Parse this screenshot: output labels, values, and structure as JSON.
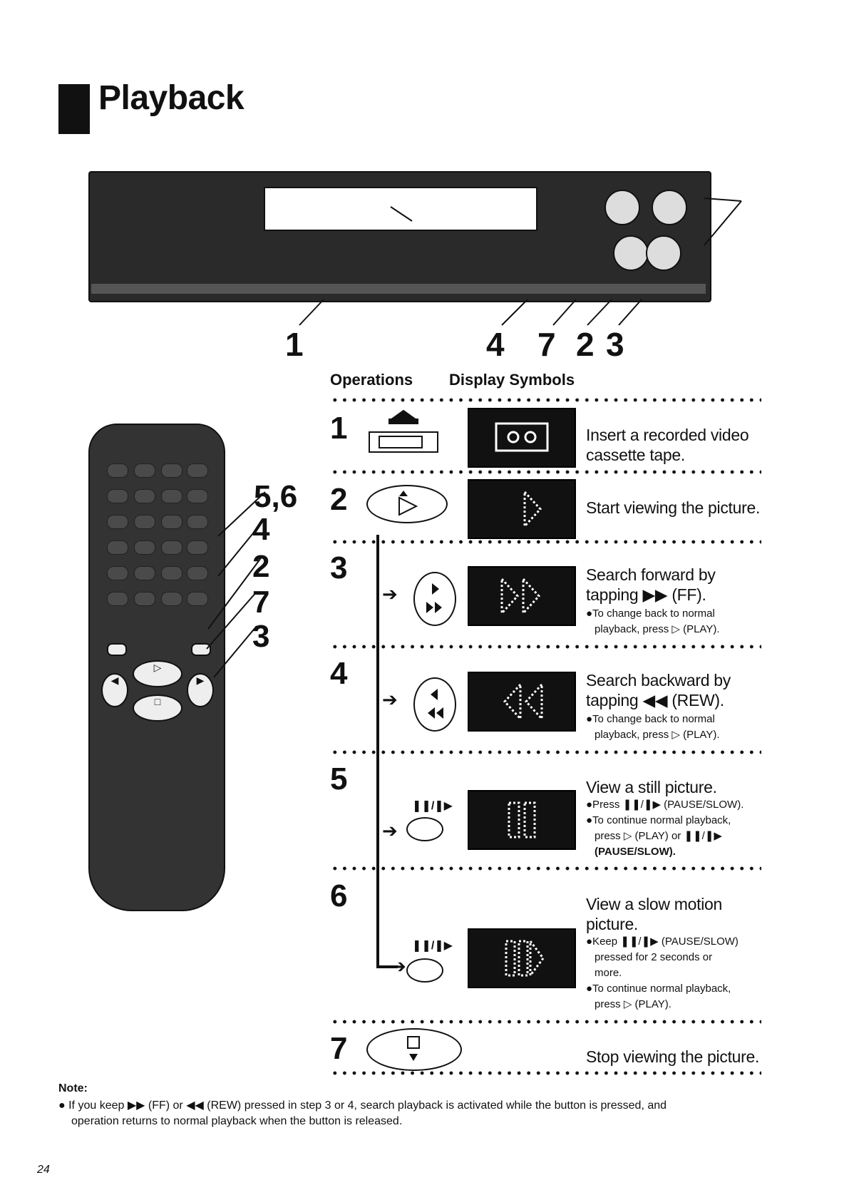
{
  "title": "Playback",
  "vcr_callouts": [
    "1",
    "4",
    "7",
    "2",
    "3"
  ],
  "remote_callouts": [
    "5,6",
    "4",
    "2",
    "7",
    "3"
  ],
  "headers": {
    "operations": "Operations",
    "display": "Display Symbols"
  },
  "steps": [
    {
      "num": "1",
      "desc": "Insert a recorded video cassette tape."
    },
    {
      "num": "2",
      "desc": "Start viewing the picture."
    },
    {
      "num": "3",
      "desc_1": "Search forward by",
      "desc_2": "tapping ▶▶ (FF).",
      "sub_1": "●To change back to normal",
      "sub_2": "playback, press ▷ (PLAY)."
    },
    {
      "num": "4",
      "desc_1": "Search backward by",
      "desc_2": "tapping ◀◀ (REW).",
      "sub_1": "●To change back to normal",
      "sub_2": "playback, press ▷ (PLAY)."
    },
    {
      "num": "5",
      "desc": "View a still picture.",
      "sub_1": "●Press ❚❚/❚▶ (PAUSE/SLOW).",
      "sub_2": "●To continue normal playback,",
      "sub_3": "press ▷ (PLAY) or ❚❚/❚▶",
      "sub_4": "(PAUSE/SLOW).",
      "tag": "❚❚/❚▶"
    },
    {
      "num": "6",
      "desc_1": "View a slow motion",
      "desc_2": "picture.",
      "sub_1": "●Keep ❚❚/❚▶ (PAUSE/SLOW)",
      "sub_2": "pressed for 2 seconds or",
      "sub_3": "more.",
      "sub_4": "●To continue normal playback,",
      "sub_5": "press ▷ (PLAY).",
      "tag": "❚❚/❚▶"
    },
    {
      "num": "7",
      "desc": "Stop viewing the picture."
    }
  ],
  "note": {
    "heading": "Note:",
    "line_1": "● If you keep ▶▶ (FF) or ◀◀ (REW) pressed in step 3 or 4, search playback is activated while the button is pressed, and",
    "line_2": "operation returns to normal playback when the button is released."
  },
  "page_number": "24"
}
